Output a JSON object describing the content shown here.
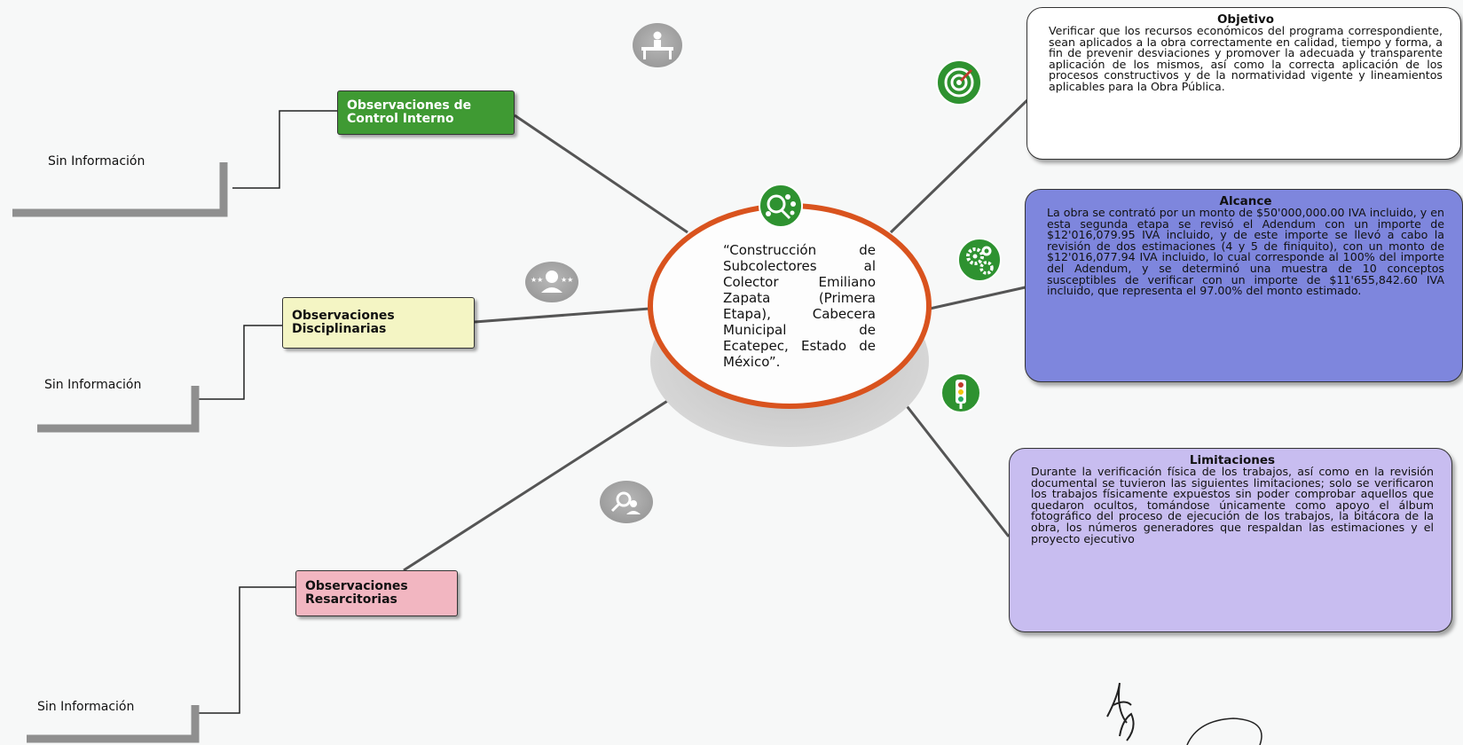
{
  "center": {
    "text": "“Construcción de Subcolectores al Colector Emiliano Zapata (Primera Etapa), Cabecera Municipal de Ecatepec, Estado de México”.",
    "ring_color": "#d9531e"
  },
  "left_branches": [
    {
      "label_line1": "Observaciones de",
      "label_line2": "Control Interno",
      "color": "#3f9a33",
      "text_color": "#ffffff",
      "sin_informacion": "Sin Información",
      "icon": "person-at-desk-icon"
    },
    {
      "label_line1": "Observaciones",
      "label_line2": "Disciplinarias",
      "color": "#f4f5c4",
      "text_color": "#111111",
      "sin_informacion": "Sin Información",
      "icon": "officer-badge-icon"
    },
    {
      "label_line1": "Observaciones",
      "label_line2": "Resarcitorias",
      "color": "#f2b6c1",
      "text_color": "#111111",
      "sin_informacion": "Sin Información",
      "icon": "magnifier-person-icon"
    }
  ],
  "right_boxes": {
    "objetivo": {
      "title": "Objetivo",
      "text": "Verificar que los recursos económicos del programa correspondiente, sean aplicados a la obra correctamente en calidad, tiempo y forma, a fin de prevenir desviaciones y promover la adecuada y transparente aplicación de los mismos, así como la correcta aplicación de los procesos constructivos y de la normatividad vigente y lineamientos aplicables para la Obra Pública.",
      "color": "#ffffff",
      "icon": "target-icon"
    },
    "alcance": {
      "title": "Alcance",
      "text": "La obra se contrató por un monto de $50'000,000.00 IVA incluido, y en esta segunda etapa se revisó el Adendum con un importe de $12'016,079.95 IVA incluido, y de este importe se llevó a cabo la revisión de dos estimaciones (4 y 5 de finiquito), con un monto de $12'016,077.94 IVA incluido, lo cual corresponde al 100% del importe del Adendum, y se determinó una muestra de 10 conceptos susceptibles de verificar con un importe de $11'655,842.60 IVA incluido, que representa el 97.00% del monto estimado.",
      "color": "#7e86dd",
      "icon": "gears-icon"
    },
    "limitaciones": {
      "title": "Limitaciones",
      "text": "Durante la verificación física de los trabajos, así como en la revisión documental se tuvieron las siguientes limitaciones; solo se verificaron los trabajos físicamente expuestos sin poder comprobar aquellos que quedaron ocultos, tomándose únicamente como apoyo el álbum fotográfico del proceso de ejecución de los trabajos, la bitácora de la obra, los números generadores que respaldan las estimaciones y el proyecto ejecutivo",
      "color": "#c8bdf0",
      "icon": "traffic-light-icon"
    }
  },
  "hub_icon": "network-search-icon"
}
